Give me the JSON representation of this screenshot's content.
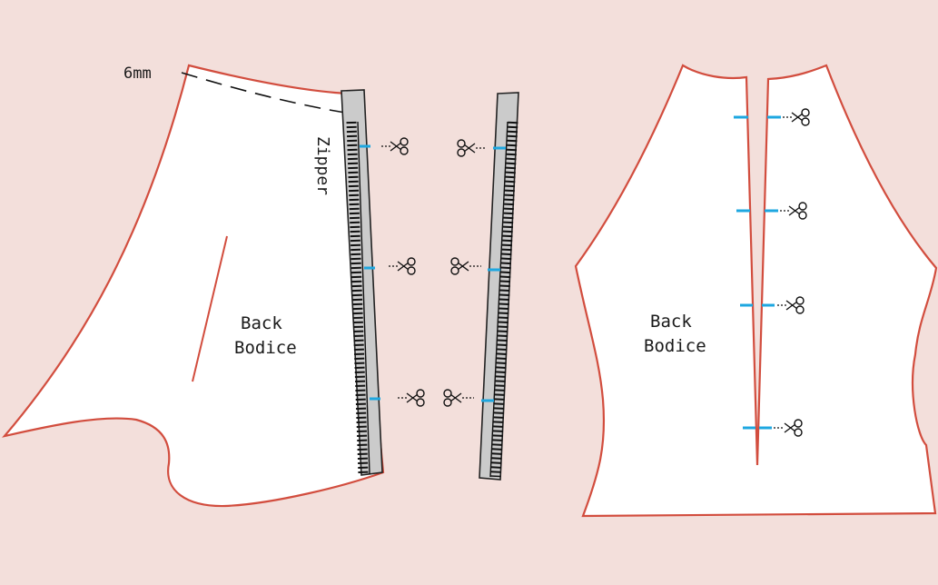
{
  "diagram": {
    "seam_allowance_label": "6mm",
    "zipper_label": "Zipper",
    "left_piece": {
      "label_line1": "Back",
      "label_line2": "Bodice"
    },
    "right_piece": {
      "label_line1": "Back",
      "label_line2": "Bodice"
    }
  },
  "colors": {
    "background": "#f3dfdb",
    "outline": "#d24d3e",
    "notch": "#1ea7e0",
    "zipper_tape": "#cbcbcb",
    "zipper_teeth": "#111111"
  },
  "icons": {
    "clip_mark": "scissors-icon"
  }
}
